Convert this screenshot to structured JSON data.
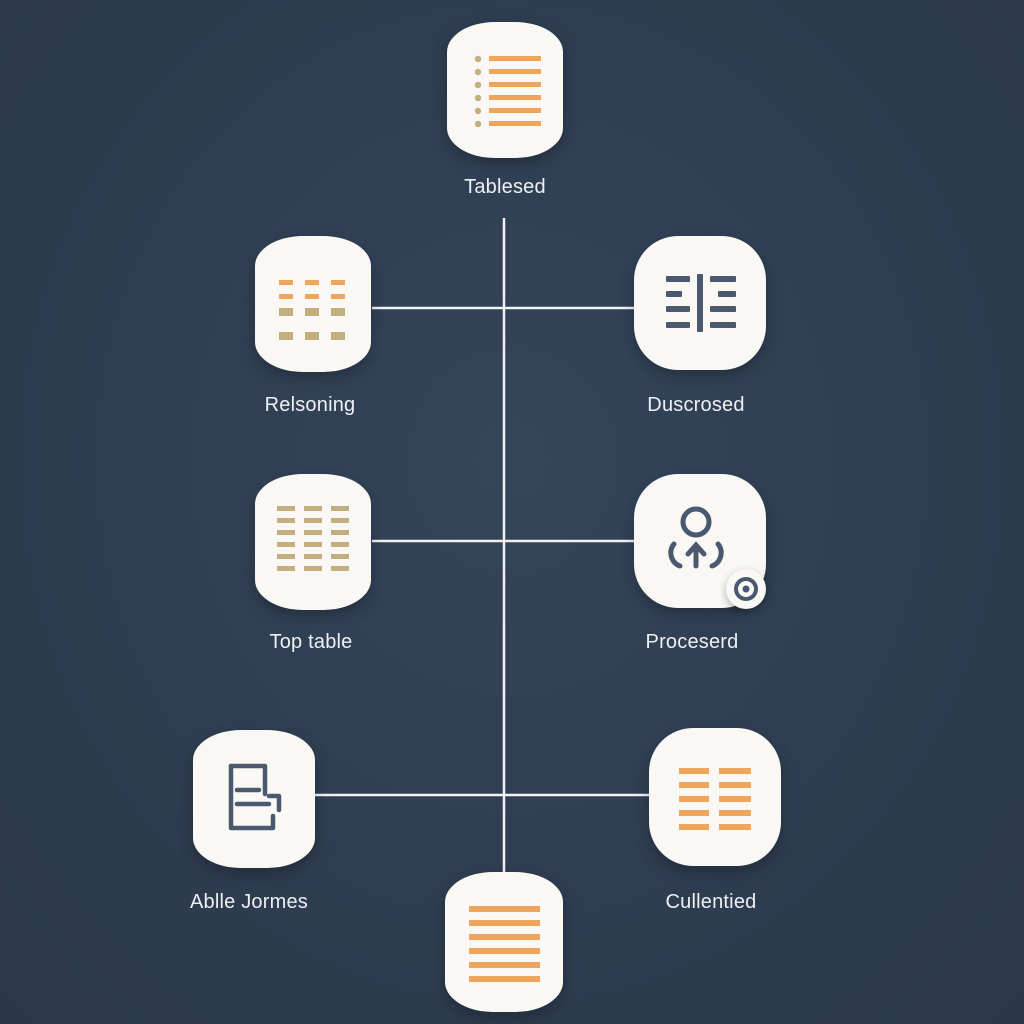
{
  "diagram": {
    "colors": {
      "background": "#2f3e52",
      "node_fill": "#f9f8f4",
      "connector": "#f2f2f2",
      "accent_orange": "#efa55c",
      "accent_tan": "#c4ae7e",
      "icon_slate": "#4a5870",
      "label_text": "#eef0f3"
    },
    "nodes": {
      "top": {
        "label": "Tablesed",
        "icon": "list-icon"
      },
      "left1": {
        "label": "Relsoning",
        "icon": "grid-icon"
      },
      "right1": {
        "label": "Duscrosed",
        "icon": "split-table-icon"
      },
      "left2": {
        "label": "Top table",
        "icon": "grid-icon"
      },
      "right2": {
        "label": "Proceserd",
        "icon": "process-icon"
      },
      "left3": {
        "label": "Ablle Jormes",
        "icon": "document-icon"
      },
      "right3": {
        "label": "Cullentied",
        "icon": "grid-icon"
      },
      "bottom": {
        "label": "",
        "icon": "lines-icon"
      }
    }
  }
}
